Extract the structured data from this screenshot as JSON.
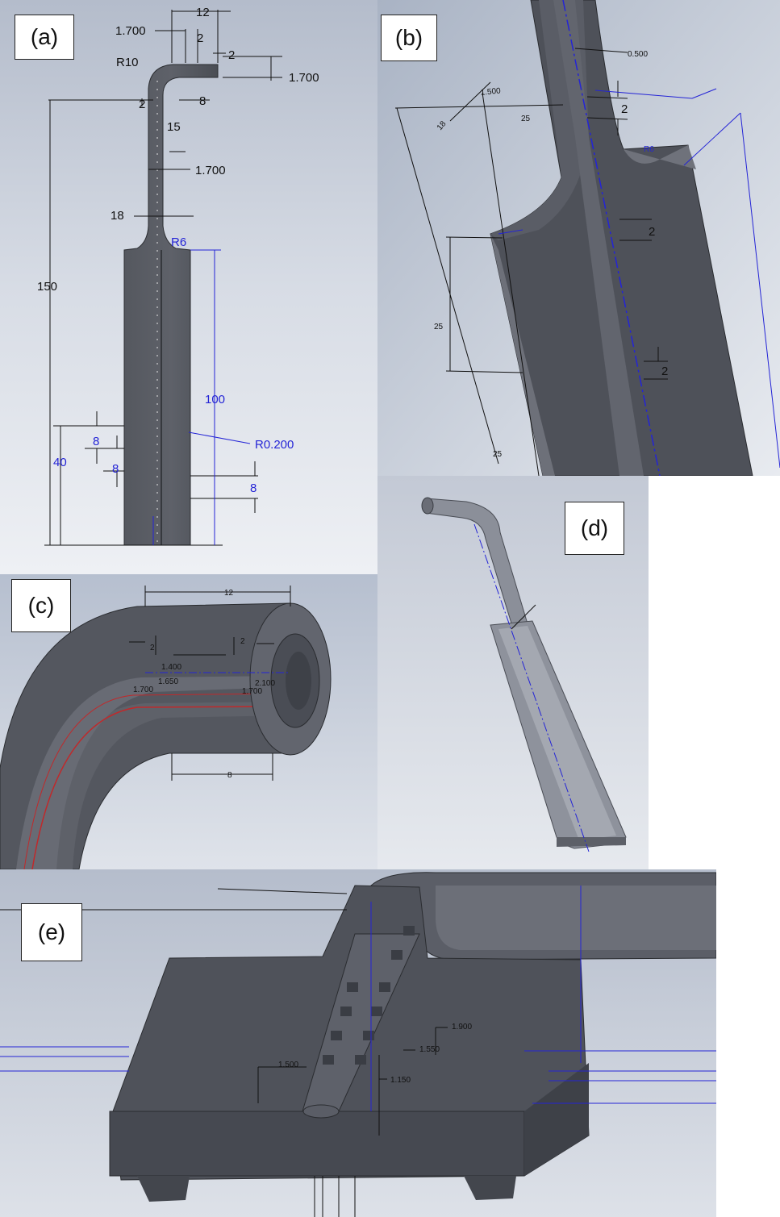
{
  "panels": {
    "a": {
      "label": "(a)",
      "dims": {
        "d12": "12",
        "d1700a": "1.700",
        "d2a": "2",
        "d2b": "2",
        "r10": "R10",
        "d1700b": "1.700",
        "d2c": "2",
        "d8": "8",
        "d15": "15",
        "d1700c": "1.700",
        "d18": "18",
        "r6": "R6",
        "d150": "150",
        "d100": "100",
        "r0200": "R0.200",
        "d40": "40",
        "d8a": "8",
        "d8b": "8",
        "d8c": "8"
      }
    },
    "b": {
      "label": "(b)",
      "dims": {
        "d0500": "0.500",
        "d1500": "1.500",
        "d18": "18",
        "d25a": "25",
        "d2a": "2",
        "r6": "R6",
        "d2b": "2",
        "d25b": "25",
        "d2c": "2",
        "d25c": "25"
      }
    },
    "c": {
      "label": "(c)",
      "dims": {
        "d12": "12",
        "d2a": "2",
        "d2b": "2",
        "d1400": "1.400",
        "d1650": "1.650",
        "d1700a": "1.700",
        "d1700b": "1.700",
        "d2100": "2.100",
        "d8": "8"
      }
    },
    "d": {
      "label": "(d)"
    },
    "e": {
      "label": "(e)",
      "dims": {
        "d1900": "1.900",
        "d1550": "1.550",
        "d1500": "1.500",
        "d1150": "1.150"
      }
    }
  },
  "colors": {
    "dimension_blue": "#2424d6",
    "part_dark": "#4c4f58",
    "edge_red": "#c0292b"
  }
}
